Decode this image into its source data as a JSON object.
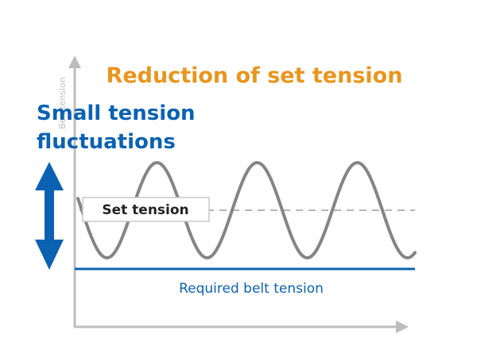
{
  "title": "Reduction of set tension",
  "fluctuation_label_line1": "Small tension",
  "fluctuation_label_line2": "fluctuations",
  "set_tension_label": "Set tension",
  "required_tension_label": "Required belt tension",
  "y_axis_label": "Belt tension",
  "colors": {
    "title": "#e8961e",
    "accent_blue": "#0b62b2",
    "wave": "#858585",
    "axis": "#bdbdbd",
    "dashed": "#b5b5b5"
  }
}
